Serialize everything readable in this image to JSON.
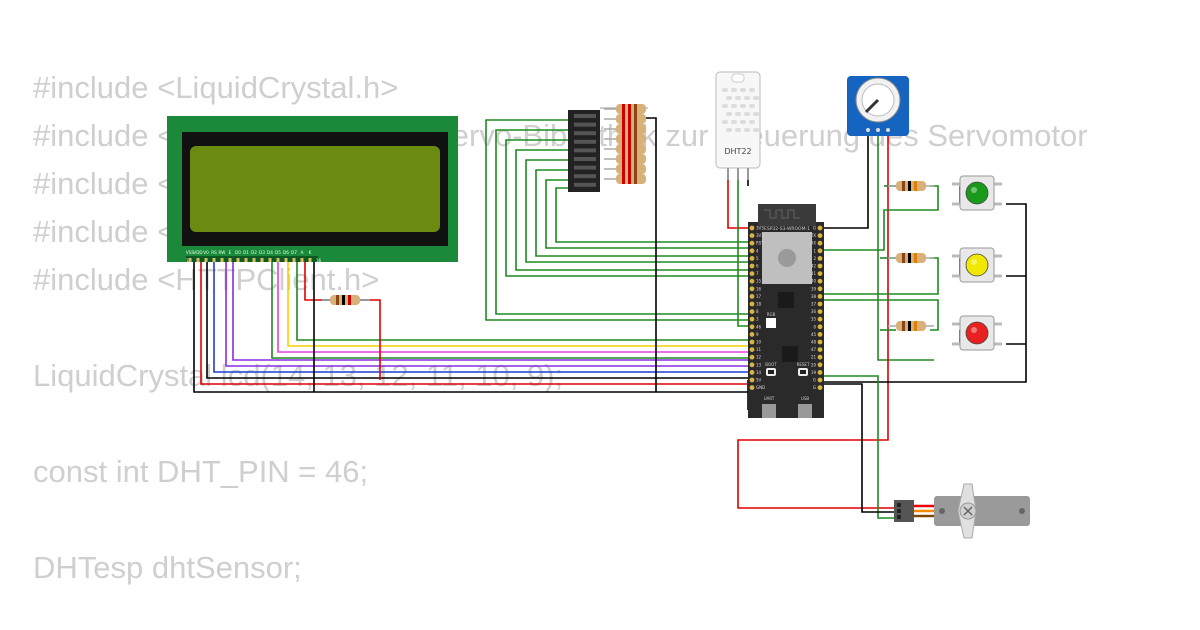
{
  "code_lines": [
    "#include <LiquidCrystal.h>",
    "#include <ESP32Servo.h> // Servo-Bibliothek zur Steuerung des Servomotor",
    "#include <DHTesp.h>",
    "#include <WiFi.h>",
    "#include <HTTPClient.h>",
    "",
    "LiquidCrystal lcd(14, 13, 12, 11, 10, 9);",
    "",
    "const int DHT_PIN = 46;",
    "",
    "DHTesp dhtSensor;"
  ],
  "components": {
    "lcd": {
      "pin_labels": [
        "VSS",
        "VDD",
        "V0",
        "RS",
        "RW",
        "E",
        "D0",
        "D1",
        "D2",
        "D3",
        "D4",
        "D5",
        "D6",
        "D7",
        "A",
        "K"
      ],
      "pin_first": "1",
      "pin_last": "16"
    },
    "dht": {
      "label": "DHT22"
    },
    "esp32": {
      "model": "ESP32-S3-WROOM-1",
      "left_pins": [
        "3V3",
        "3V3",
        "RST",
        "4",
        "5",
        "6",
        "7",
        "15",
        "16",
        "17",
        "18",
        "8",
        "3",
        "46",
        "9",
        "10",
        "11",
        "12",
        "13",
        "14",
        "5V",
        "GND"
      ],
      "right_pins": [
        "G",
        "TX",
        "RX",
        "1",
        "2",
        "42",
        "41",
        "40",
        "39",
        "38",
        "37",
        "36",
        "35",
        "0",
        "45",
        "48",
        "47",
        "21",
        "20",
        "19",
        "G",
        "G"
      ],
      "boot_label": "BOOT",
      "reset_label": "RESET",
      "usb_left": "UART",
      "usb_right": "USB",
      "rgb_label": "RGB"
    },
    "buttons": [
      {
        "color": "#1a9a1a"
      },
      {
        "color": "#f0e800"
      },
      {
        "color": "#e82020"
      }
    ]
  },
  "colors": {
    "wire_green": "#1f8a1f",
    "wire_red": "#e00000",
    "wire_black": "#000000",
    "wire_yellow": "#f2d000",
    "wire_magenta": "#e040e0",
    "wire_purple": "#8a2be2",
    "wire_blue": "#1f3fcf",
    "lcd_board": "#1a8a3a",
    "lcd_screen": "#6b8a10"
  }
}
